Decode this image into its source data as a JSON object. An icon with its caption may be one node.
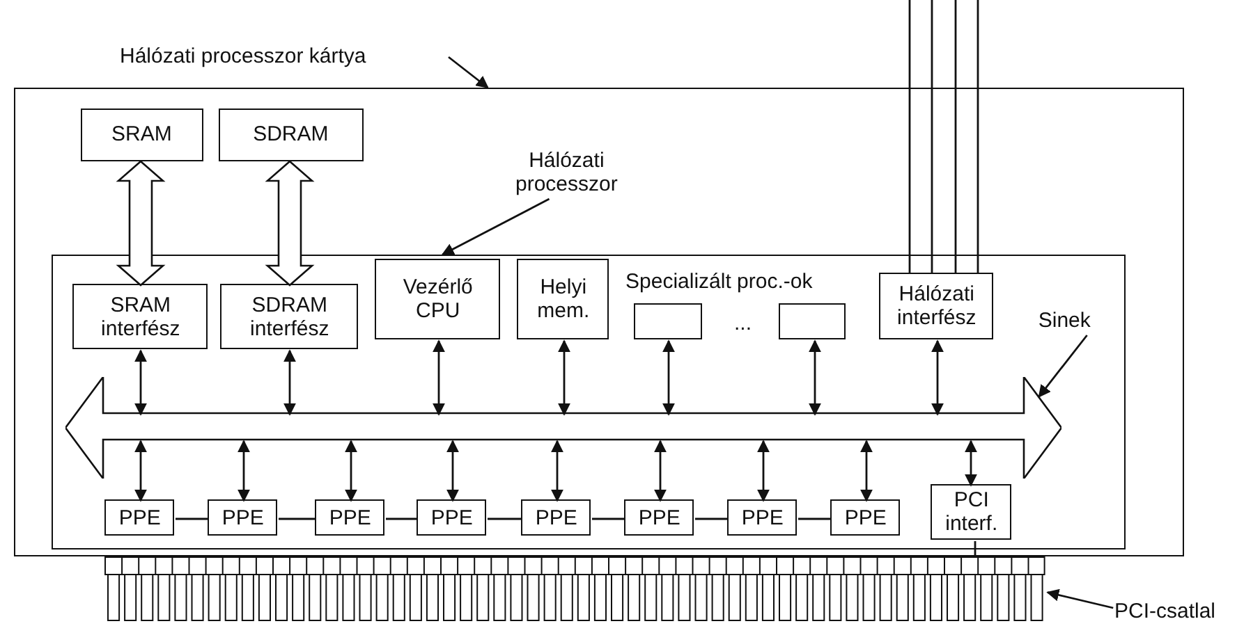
{
  "diagram": {
    "nodes": [
      {
        "text": [
          "Hálózati processzor kártya"
        ]
      },
      {
        "text": [],
        "shape": "box"
      },
      {
        "text": [
          "SRAM"
        ],
        "in": 1
      },
      {
        "text": [
          "SDRAM"
        ],
        "in": 1
      },
      {
        "text": [
          "Hálózati processzor"
        ],
        "in": 1
      },
      {
        "text": [],
        "shape": "box",
        "in": 1
      },
      {
        "text": [
          "SRAM interfész"
        ],
        "in": 5
      },
      {
        "text": [
          "SDRAM interfész"
        ],
        "in": 5
      },
      {
        "text": [
          "Vezérlő CPU"
        ],
        "in": 5
      },
      {
        "text": [
          "Helyi mem."
        ],
        "in": 5
      },
      {
        "text": [],
        "shape": "box",
        "in": 5
      },
      {
        "text": [],
        "shape": "box",
        "in": 5
      },
      {
        "text": [
          "Hálózati interfész"
        ],
        "in": 5
      },
      {
        "text": [
          "Sinek"
        ],
        "in": 5
      },
      {
        "text": [],
        "shape": "arrow",
        "in": 5
      },
      {
        "text": [
          "PPE"
        ],
        "in": 5
      },
      {
        "text": [
          "PPE"
        ],
        "in": 5
      },
      {
        "text": [
          "PPE"
        ],
        "in": 5
      },
      {
        "text": [
          "PPE"
        ],
        "in": 5
      },
      {
        "text": [
          "PPE"
        ],
        "in": 5
      },
      {
        "text": [
          "PPE"
        ],
        "in": 5
      },
      {
        "text": [
          "PPE"
        ],
        "in": 5
      },
      {
        "text": [
          "PPE"
        ],
        "in": 5
      },
      {
        "text": [
          "PCI interf."
        ],
        "in": 5
      },
      {
        "text": [],
        "shape": "bar"
      },
      {
        "text": [
          "PCI-csatlal"
        ]
      }
    ],
    "edges": [
      {
        "from": 0,
        "to": 1,
        "arrow": "to"
      },
      {
        "from": 2,
        "to": 6,
        "arrow": "both",
        "style": "thick"
      },
      {
        "from": 3,
        "to": 7,
        "arrow": "both",
        "style": "thick"
      },
      {
        "from": 4,
        "to": 5,
        "arrow": "to"
      },
      {
        "from": 13,
        "to": 14,
        "arrow": "to"
      },
      {
        "from": 6,
        "to": 14,
        "arrow": "both"
      },
      {
        "from": 7,
        "to": 14,
        "arrow": "both"
      },
      {
        "from": 8,
        "to": 14,
        "arrow": "both"
      },
      {
        "from": 9,
        "to": 14,
        "arrow": "both"
      },
      {
        "from": 10,
        "to": 14,
        "arrow": "both"
      },
      {
        "from": 11,
        "to": 14,
        "arrow": "both"
      },
      {
        "from": 12,
        "to": 14,
        "arrow": "both"
      },
      {
        "from": 14,
        "to": 15,
        "arrow": "both"
      },
      {
        "from": 14,
        "to": 16,
        "arrow": "both"
      },
      {
        "from": 14,
        "to": 17,
        "arrow": "both"
      },
      {
        "from": 14,
        "to": 18,
        "arrow": "both"
      },
      {
        "from": 14,
        "to": 19,
        "arrow": "both"
      },
      {
        "from": 14,
        "to": 20,
        "arrow": "both"
      },
      {
        "from": 14,
        "to": 21,
        "arrow": "both"
      },
      {
        "from": 14,
        "to": 22,
        "arrow": "both"
      },
      {
        "from": 14,
        "to": 23,
        "arrow": "both"
      },
      {
        "from": 15,
        "to": 16,
        "arrow": "none"
      },
      {
        "from": 16,
        "to": 17,
        "arrow": "none"
      },
      {
        "from": 17,
        "to": 18,
        "arrow": "none"
      },
      {
        "from": 18,
        "to": 19,
        "arrow": "none"
      },
      {
        "from": 19,
        "to": 20,
        "arrow": "none"
      },
      {
        "from": 20,
        "to": 21,
        "arrow": "none"
      },
      {
        "from": 21,
        "to": 22,
        "arrow": "none"
      },
      {
        "from": 23,
        "to": 24,
        "arrow": "none"
      },
      {
        "from": 25,
        "to": 24,
        "arrow": "to"
      },
      {
        "from": null,
        "to": 12,
        "arrow": "none"
      },
      {
        "from": null,
        "to": 12,
        "arrow": "none"
      },
      {
        "from": null,
        "to": 12,
        "arrow": "none"
      },
      {
        "from": null,
        "to": 12,
        "arrow": "none"
      }
    ],
    "labels": [
      "Specializált proc.-ok",
      "..."
    ]
  }
}
